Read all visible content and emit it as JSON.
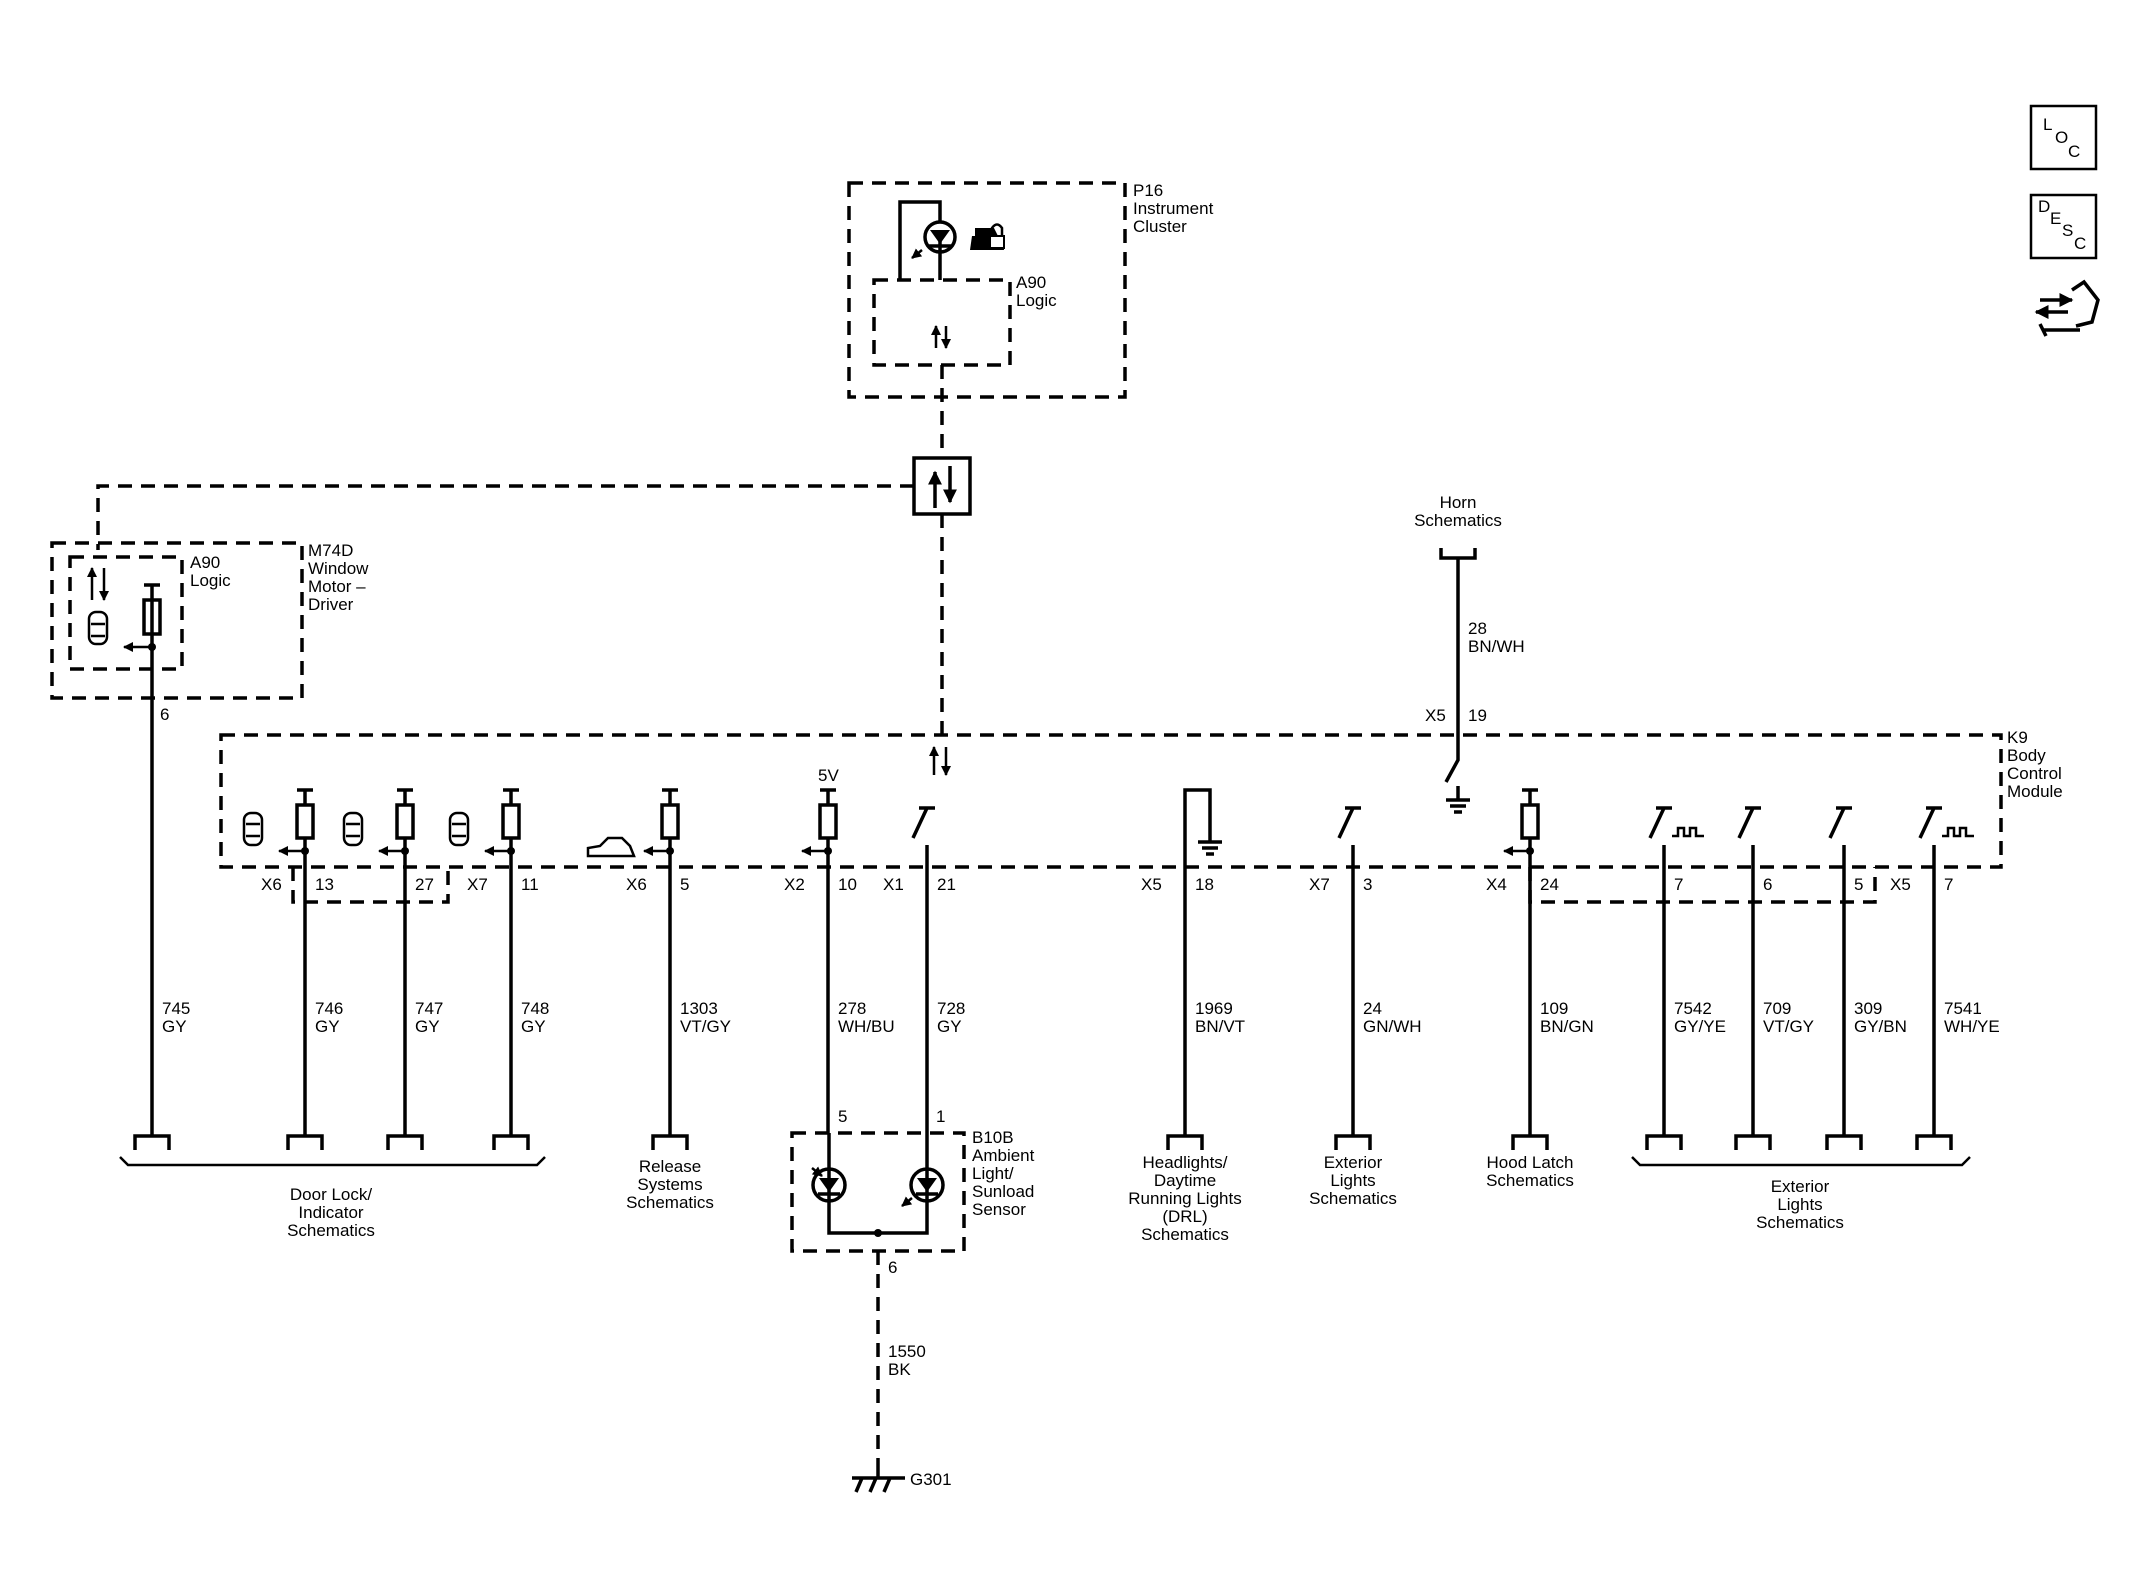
{
  "modules": {
    "p16": {
      "ref": "P16",
      "name": "Instrument",
      "name2": "Cluster",
      "logic_ref": "A90",
      "logic": "Logic"
    },
    "m74d": {
      "ref": "M74D",
      "name": "Window",
      "name2": "Motor –",
      "name3": "Driver",
      "logic_ref": "A90",
      "logic": "Logic",
      "pin": "6"
    },
    "k9": {
      "ref": "K9",
      "name": "Body",
      "name2": "Control",
      "name3": "Module"
    },
    "b10b": {
      "ref": "B10B",
      "name": "Ambient",
      "name2": "Light/",
      "name3": "Sunload",
      "name4": "Sensor",
      "pin_left": "5",
      "pin_right": "1",
      "pin_ground": "6"
    }
  },
  "horn": {
    "line1": "Horn",
    "line2": "Schematics",
    "circuit": "28",
    "color": "BN/WH",
    "connector": "X5",
    "pin": "19"
  },
  "five_volt": "5V",
  "k9_pins": [
    {
      "connector": "X6",
      "pin": "13"
    },
    {
      "connector": "",
      "pin": "27"
    },
    {
      "connector": "X7",
      "pin": "11"
    },
    {
      "connector": "X6",
      "pin": "5"
    },
    {
      "connector": "X2",
      "pin": "10"
    },
    {
      "connector": "X1",
      "pin": "21"
    },
    {
      "connector": "X5",
      "pin": "18"
    },
    {
      "connector": "X7",
      "pin": "3"
    },
    {
      "connector": "X4",
      "pin": "24"
    },
    {
      "connector": "",
      "pin": "7"
    },
    {
      "connector": "",
      "pin": "6"
    },
    {
      "connector": "",
      "pin": "5"
    },
    {
      "connector": "X5",
      "pin": "7"
    }
  ],
  "circuits": [
    {
      "number": "745",
      "color": "GY"
    },
    {
      "number": "746",
      "color": "GY"
    },
    {
      "number": "747",
      "color": "GY"
    },
    {
      "number": "748",
      "color": "GY"
    },
    {
      "number": "1303",
      "color": "VT/GY"
    },
    {
      "number": "278",
      "color": "WH/BU"
    },
    {
      "number": "728",
      "color": "GY"
    },
    {
      "number": "1969",
      "color": "BN/VT"
    },
    {
      "number": "24",
      "color": "GN/WH"
    },
    {
      "number": "109",
      "color": "BN/GN"
    },
    {
      "number": "7542",
      "color": "GY/YE"
    },
    {
      "number": "709",
      "color": "VT/GY"
    },
    {
      "number": "309",
      "color": "GY/BN"
    },
    {
      "number": "7541",
      "color": "WH/YE"
    }
  ],
  "destinations": {
    "door_lock": [
      "Door Lock/",
      "Indicator",
      "Schematics"
    ],
    "release": [
      "Release",
      "Systems",
      "Schematics"
    ],
    "headlights": [
      "Headlights/",
      "Daytime",
      "Running Lights",
      "(DRL)",
      "Schematics"
    ],
    "exterior1": [
      "Exterior",
      "Lights",
      "Schematics"
    ],
    "hood_latch": [
      "Hood Latch",
      "Schematics"
    ],
    "exterior2": [
      "Exterior",
      "Lights",
      "Schematics"
    ]
  },
  "ground": {
    "circuit": "1550",
    "color": "BK",
    "ref": "G301"
  },
  "nav": {
    "loc_1": "L",
    "loc_2": "O",
    "loc_3": "C",
    "desc_1": "D",
    "desc_2": "E",
    "desc_3": "S",
    "desc_4": "C",
    "icon": "connector-repair-icon"
  }
}
